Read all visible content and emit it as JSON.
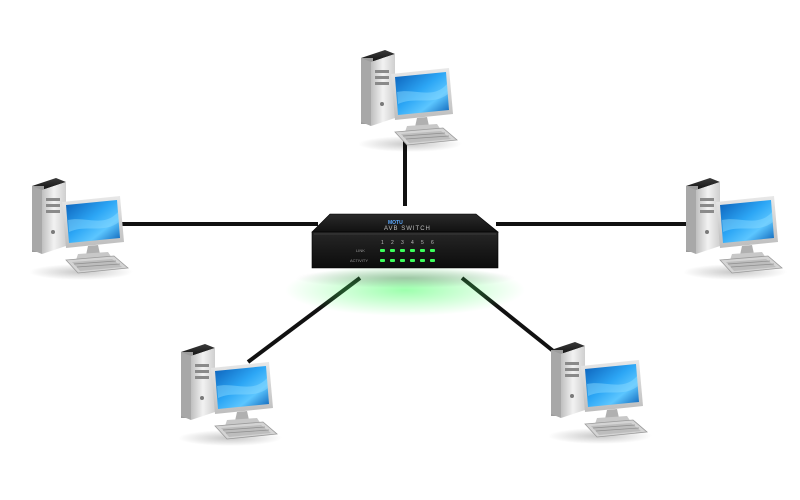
{
  "topology": "star",
  "colors": {
    "background": "#ffffff",
    "cable": "#111111",
    "switch_body": "#1c1c1c",
    "led_green": "#3cff5a",
    "screen_blue": "#1f8fe6",
    "tower_gray": "#d9d9d9"
  },
  "switch": {
    "brand_text": "MOTU",
    "model_text": "AVB SWITCH",
    "link_label": "LINK",
    "activity_label": "ACTIVITY",
    "port_numbers": [
      "1",
      "2",
      "3",
      "4",
      "5",
      "6"
    ],
    "icon": "network-switch-icon"
  },
  "nodes": [
    {
      "id": "top",
      "icon": "desktop-computer-icon"
    },
    {
      "id": "left",
      "icon": "desktop-computer-icon"
    },
    {
      "id": "right",
      "icon": "desktop-computer-icon"
    },
    {
      "id": "bottom-left",
      "icon": "desktop-computer-icon"
    },
    {
      "id": "bottom-right",
      "icon": "desktop-computer-icon"
    }
  ]
}
